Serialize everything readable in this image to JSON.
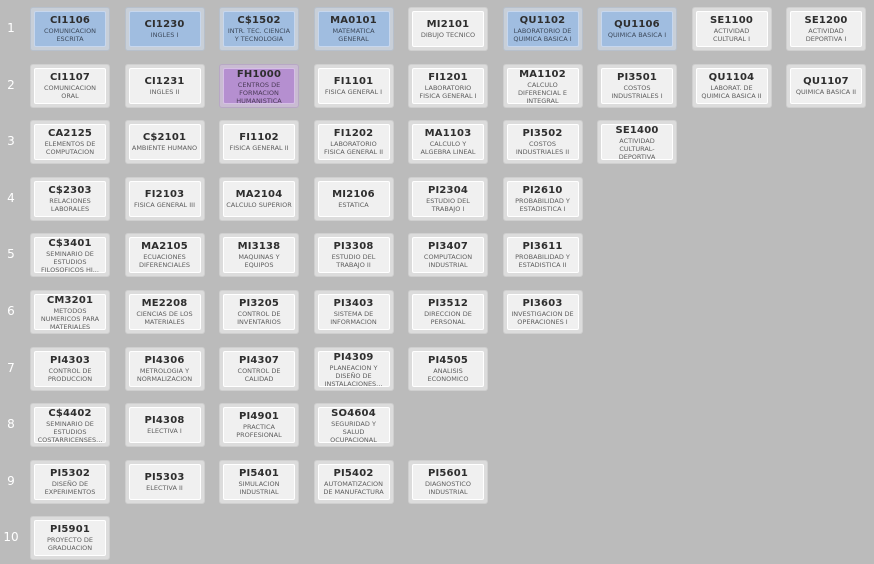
{
  "rows": [
    {
      "label": "1",
      "courses": [
        {
          "code": "CI1106",
          "name": "COMUNICACION ESCRITA",
          "state": "approved"
        },
        {
          "code": "CI1230",
          "name": "INGLES I",
          "state": "approved"
        },
        {
          "code": "C$1502",
          "name": "INTR. TEC. CIENCIA Y TECNOLOGIA",
          "state": "approved"
        },
        {
          "code": "MA0101",
          "name": "MATEMATICA GENERAL",
          "state": "approved"
        },
        {
          "code": "MI2101",
          "name": "DIBUJO TECNICO",
          "state": "pending"
        },
        {
          "code": "QU1102",
          "name": "LABORATORIO DE QUIMICA BASICA I",
          "state": "approved"
        },
        {
          "code": "QU1106",
          "name": "QUIMICA BASICA I",
          "state": "approved"
        },
        {
          "code": "SE1100",
          "name": "ACTIVIDAD CULTURAL I",
          "state": "pending"
        },
        {
          "code": "SE1200",
          "name": "ACTIVIDAD DEPORTIVA I",
          "state": "pending"
        }
      ]
    },
    {
      "label": "2",
      "courses": [
        {
          "code": "CI1107",
          "name": "COMUNICACION ORAL",
          "state": "pending"
        },
        {
          "code": "CI1231",
          "name": "INGLES II",
          "state": "pending"
        },
        {
          "code": "FH1000",
          "name": "CENTROS DE FORMACION HUMANISTICA",
          "state": "current"
        },
        {
          "code": "FI1101",
          "name": "FISICA GENERAL I",
          "state": "pending"
        },
        {
          "code": "FI1201",
          "name": "LABORATORIO FISICA GENERAL I",
          "state": "pending"
        },
        {
          "code": "MA1102",
          "name": "CALCULO DIFERENCIAL E INTEGRAL",
          "state": "pending"
        },
        {
          "code": "PI3501",
          "name": "COSTOS INDUSTRIALES I",
          "state": "pending"
        },
        {
          "code": "QU1104",
          "name": "LABORAT. DE QUIMICA BASICA II",
          "state": "pending"
        },
        {
          "code": "QU1107",
          "name": "QUIMICA BASICA II",
          "state": "pending"
        }
      ]
    },
    {
      "label": "3",
      "courses": [
        {
          "code": "CA2125",
          "name": "ELEMENTOS DE COMPUTACION",
          "state": "pending"
        },
        {
          "code": "C$2101",
          "name": "AMBIENTE HUMANO",
          "state": "pending"
        },
        {
          "code": "FI1102",
          "name": "FISICA GENERAL II",
          "state": "pending"
        },
        {
          "code": "FI1202",
          "name": "LABORATORIO FISICA GENERAL II",
          "state": "pending"
        },
        {
          "code": "MA1103",
          "name": "CALCULO Y ALGEBRA LINEAL",
          "state": "pending"
        },
        {
          "code": "PI3502",
          "name": "COSTOS INDUSTRIALES II",
          "state": "pending"
        },
        {
          "code": "SE1400",
          "name": "ACTIVIDAD CULTURAL-DEPORTIVA",
          "state": "pending"
        }
      ]
    },
    {
      "label": "4",
      "courses": [
        {
          "code": "C$2303",
          "name": "RELACIONES LABORALES",
          "state": "pending"
        },
        {
          "code": "FI2103",
          "name": "FISICA GENERAL III",
          "state": "pending"
        },
        {
          "code": "MA2104",
          "name": "CALCULO SUPERIOR",
          "state": "pending"
        },
        {
          "code": "MI2106",
          "name": "ESTATICA",
          "state": "pending"
        },
        {
          "code": "PI2304",
          "name": "ESTUDIO DEL TRABAJO I",
          "state": "pending"
        },
        {
          "code": "PI2610",
          "name": "PROBABILIDAD Y ESTADISTICA I",
          "state": "pending"
        }
      ]
    },
    {
      "label": "5",
      "courses": [
        {
          "code": "C$3401",
          "name": "SEMINARIO DE ESTUDIOS FILOSOFICOS HI...",
          "state": "pending"
        },
        {
          "code": "MA2105",
          "name": "ECUACIONES DIFERENCIALES",
          "state": "pending"
        },
        {
          "code": "MI3138",
          "name": "MAQUINAS Y EQUIPOS",
          "state": "pending"
        },
        {
          "code": "PI3308",
          "name": "ESTUDIO DEL TRABAJO II",
          "state": "pending"
        },
        {
          "code": "PI3407",
          "name": "COMPUTACION INDUSTRIAL",
          "state": "pending"
        },
        {
          "code": "PI3611",
          "name": "PROBABILIDAD Y ESTADISTICA II",
          "state": "pending"
        }
      ]
    },
    {
      "label": "6",
      "courses": [
        {
          "code": "CM3201",
          "name": "METODOS NUMERICOS PARA MATERIALES",
          "state": "pending"
        },
        {
          "code": "ME2208",
          "name": "CIENCIAS DE LOS MATERIALES",
          "state": "pending"
        },
        {
          "code": "PI3205",
          "name": "CONTROL DE INVENTARIOS",
          "state": "pending"
        },
        {
          "code": "PI3403",
          "name": "SISTEMA DE INFORMACION",
          "state": "pending"
        },
        {
          "code": "PI3512",
          "name": "DIRECCION DE PERSONAL",
          "state": "pending"
        },
        {
          "code": "PI3603",
          "name": "INVESTIGACION DE OPERACIONES I",
          "state": "pending"
        }
      ]
    },
    {
      "label": "7",
      "courses": [
        {
          "code": "PI4303",
          "name": "CONTROL DE PRODUCCION",
          "state": "pending"
        },
        {
          "code": "PI4306",
          "name": "METROLOGIA Y NORMALIZACION",
          "state": "pending"
        },
        {
          "code": "PI4307",
          "name": "CONTROL DE CALIDAD",
          "state": "pending"
        },
        {
          "code": "PI4309",
          "name": "PLANEACION Y DISEÑO DE INSTALACIONES...",
          "state": "pending"
        },
        {
          "code": "PI4505",
          "name": "ANALISIS ECONOMICO",
          "state": "pending"
        }
      ]
    },
    {
      "label": "8",
      "courses": [
        {
          "code": "C$4402",
          "name": "SEMINARIO DE ESTUDIOS COSTARRICENSES...",
          "state": "pending"
        },
        {
          "code": "PI4308",
          "name": "ELECTIVA I",
          "state": "pending"
        },
        {
          "code": "PI4901",
          "name": "PRACTICA PROFESIONAL",
          "state": "pending"
        },
        {
          "code": "SO4604",
          "name": "SEGURIDAD Y SALUD OCUPACIONAL",
          "state": "pending"
        }
      ]
    },
    {
      "label": "9",
      "courses": [
        {
          "code": "PI5302",
          "name": "DISEÑO DE EXPERIMENTOS",
          "state": "pending"
        },
        {
          "code": "PI5303",
          "name": "ELECTIVA II",
          "state": "pending"
        },
        {
          "code": "PI5401",
          "name": "SIMULACION INDUSTRIAL",
          "state": "pending"
        },
        {
          "code": "PI5402",
          "name": "AUTOMATIZACION DE MANUFACTURA",
          "state": "pending"
        },
        {
          "code": "PI5601",
          "name": "DIAGNOSTICO INDUSTRIAL",
          "state": "pending"
        }
      ]
    },
    {
      "label": "10",
      "courses": [
        {
          "code": "PI5901",
          "name": "PROYECTO DE GRADUACION",
          "state": "pending"
        }
      ]
    }
  ],
  "colors": {
    "background": "#bbbbbb",
    "approved": "#a0bde0",
    "current": "#b58fd0",
    "pending": "#f0f0f0"
  }
}
